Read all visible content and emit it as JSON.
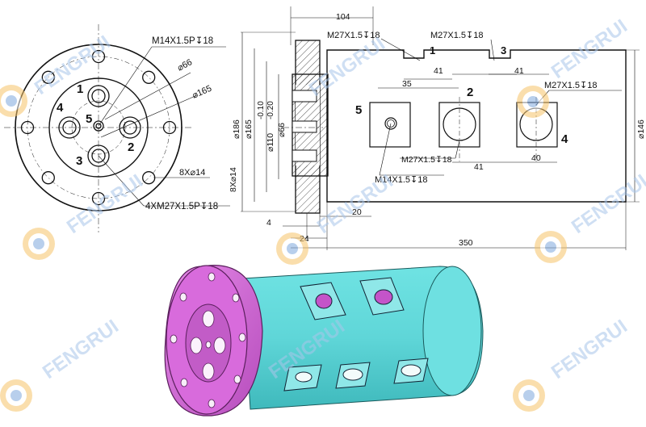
{
  "brand": {
    "watermark": "FENGRUI"
  },
  "front_view": {
    "callouts": {
      "center_thread": "M14X1.5P↧18",
      "diam_66": "⌀66",
      "diam_165": "⌀165",
      "holes_8": "8X⌀14",
      "ports_4": "4XM27X1.5P↧18"
    },
    "port_numbers": [
      "1",
      "2",
      "3",
      "4",
      "5"
    ]
  },
  "side_view": {
    "top_dim": "104",
    "left_thread": "M27X1.5↧18",
    "right_thread": "M27X1.5↧18",
    "slot_labels": [
      "1",
      "3"
    ],
    "dim_35": "35",
    "dim_41_a": "41",
    "dim_41_b": "41",
    "vertical_dims": {
      "d186": "⌀186",
      "d165": "⌀165",
      "tol_top": "-0.10",
      "tol_bottom": "-0.20",
      "d110": "⌀110",
      "d66": "⌀66",
      "holes": "8X⌀14"
    }
  },
  "body_view": {
    "ports": [
      "5",
      "2",
      "4"
    ],
    "upper_right_thread": "M27X1.5↧18",
    "lower_thread": "M27X1.5↧18",
    "center_thread": "M14X1.5↧18",
    "dim_41": "41",
    "dim_40": "40",
    "diam_146": "⌀146"
  },
  "bottom_dims": {
    "d4": "4",
    "d20": "20",
    "d24": "24",
    "d350": "350"
  },
  "colors": {
    "flange": "#d268d8",
    "flange_dark": "#a845ad",
    "body": "#5fd6d8",
    "body_dark": "#2fa7aa",
    "line": "#111111",
    "watermark": "#a9c6ea"
  }
}
